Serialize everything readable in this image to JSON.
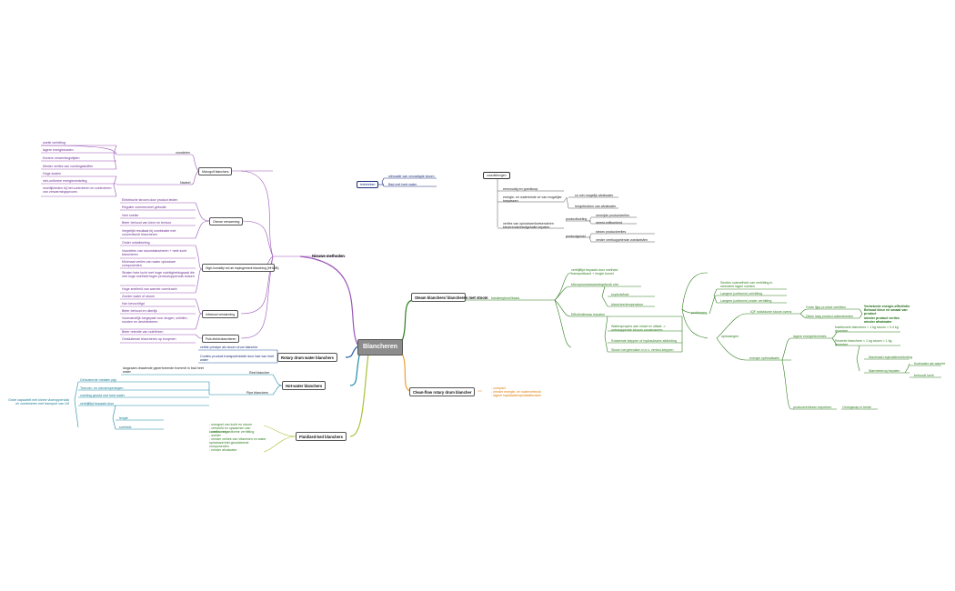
{
  "center": "Blancheren",
  "main": {
    "nieuwe": "Nieuwe methoden",
    "rotary": "Rotary drum water blanchers",
    "hotwater": "Hot-water blanchers",
    "fluid": "Fluidized-bed blanchers",
    "steam": "Steam blanchers/ blancheren met stoom",
    "cleanflow": "Clean-flow rotary drum blancher"
  },
  "nieuwe_sub": {
    "micro": "Microgolf blanchers",
    "ohmic": "Ohmse verwarming",
    "hh": "High-humidity hot air impingement blanching (HHAIB)",
    "infra": "Infrarood verwarming",
    "pulsed": "Puls elektr.blancheren",
    "voordelen": "voordelen",
    "nadelen": "Nadeel"
  },
  "micro_items": [
    "snelle verhitting",
    "lagere energiekosten",
    "Kortere verwerkingstijden",
    "Minder verlies van voedingsstoffen",
    "Hoge kosten",
    "niet-uniforme energieverdeling",
    "moeilijkheden bij het controleren en controleren van verwarmingsproces"
  ],
  "ohmic_items": [
    "Elektrische stroom door product leiden",
    "Regulier commercieel gebruikt",
    "Veel sneller",
    "Beter behoud van kleur en textuur",
    "Vergelijkt resultaat bij combinatie met conventionel blancheren"
  ],
  "hh_items": [
    "Onder ontwikkeling",
    "Voordelen van stoomblancheren + hete lucht blancheren",
    "Minimaal verlies van water oplosbare componenten",
    "Stralen hete lucht met hoge vochtigheidsgraad die met hoge snelheid tegen productoppervlak botsen",
    "Hoge snelheid van warmte overdracht"
  ],
  "infra_items": [
    "Zonder water of stoom",
    "Kan bevochtigd",
    "Beter behoud en uiterlijk",
    "Voornamelijk toegepast voor drogen, schillen, roosten en desinfecteren"
  ],
  "pulsed_items": [
    "Beter retentie van nutriënten",
    "Omsluitende blancheren op enzymen"
  ],
  "rotary_items": [
    "velfde principe als stoom drum blancher",
    "Continu product transportmiddel door bad van heet water"
  ],
  "hotwater_sub": {
    "reel": "Reel blancher",
    "pipe": "Pipe blanchers",
    "reel_desc": "langzaam draaiende geperforeerde trommel in bad heet water"
  },
  "pipe_items": [
    "Geïsoleerde metalen pijp",
    "Toevoer- en uitvoeropeningen",
    "voeding gevuld met heet water",
    "verblijftijd bepaald door"
  ],
  "pipe_sub": [
    "lengte",
    "snelheid"
  ],
  "left_note": "Grote capaciteit met kleine vloeroppervlak en combineren met transport van LM",
  "fluid_items": [
    "- mengsel van lucht en stoom",
    "- versneld en opwarmen van korrelvormige",
    "- continu en uniforme verhitting",
    "- sneller",
    "- minder verlies van vitaminen en water oplosbare/niet-geoxideerde componenten",
    "- minder afvalwater"
  ],
  "cleanflow_items": [
    "- compact",
    "- minder energie- en waterverbruik",
    "- lagere kapitaals/exploitatiekosten"
  ],
  "technieken": {
    "label": "technieken",
    "items": [
      "stimuatie van verzadigde stoom",
      "Bad met heet water"
    ]
  },
  "voordelen_blancheren": {
    "label": "voordelen/gen",
    "items": [
      "eenvoudig en goedkoop",
      "energie- en watereinde ze van mogelijke toepassen",
      "verlies van oplosbare/toetsende/en kleverende/eiwitgehalte bepalen"
    ],
    "sub1": [
      "zo min mogelijk afvalwater",
      "hergebruiken van afvalwater"
    ],
    "sub2_label": "productkoeling",
    "sub2": [
      "vermijde productverlies",
      "meest zelfkoelend"
    ],
    "sub3_label": "productgeluid",
    "sub3": [
      "steam productverlies",
      "verder veerkoppelende voedselsfen"
    ]
  },
  "steam": {
    "main_branch": "basisbeginsel/basis",
    "a1": "verblijftijd bepaald door snelheid transportband + lengte tunnel",
    "a2": "Microprocesswarmtegebruik niet",
    "a3": [
      "kopbuis/bad",
      "blancheertemperatuur"
    ],
    "a4": "Efficiëntieveau bepalen",
    "a5": [
      "Watersprayers aan inlaat en uitlaat -> ontsnappende stroom condenseren",
      "Rotarende kleppen of hydraulische afdichting",
      "Stoom hergebruiken m.b.v. venturi-kleppen"
    ],
    "problemen": "problemen",
    "p1": "Secties outsnelheid van verhitting in meerdere lagen voeden",
    "p2": "Langere (uniforme) verhitting",
    "p3": "Langere (uniforme) onder verhitting",
    "iqf": "IQF individuele stoom ovens",
    "iqf1": "Grote lijpp product verhitten",
    "iqf2": "Dikke laag product wateralveden",
    "iqf_note": "Verbeterde energie-efficiëntie\nBehoud kleur en smaak van product\nminder product verlies\nminder afvalwater",
    "oplossingen": "oplossingen",
    "energie": "energie optimalisatie",
    "lager": "lagere energietechniek",
    "lager1": "traditionele blanchers > 1 kg stoom > 0.4 kg groenten",
    "lager2": "Recente blanchers < 1 kg stoom > 1 kg groenten",
    "lager2a": "Maximaal regenatieverbinding",
    "rekup": "Warmteterug bepalen",
    "rekup_items": [
      "Koelwater als warmte",
      "behoudt lucht"
    ],
    "prod": "productverliezen beperken",
    "prod1": "Omingsnap in beide"
  }
}
